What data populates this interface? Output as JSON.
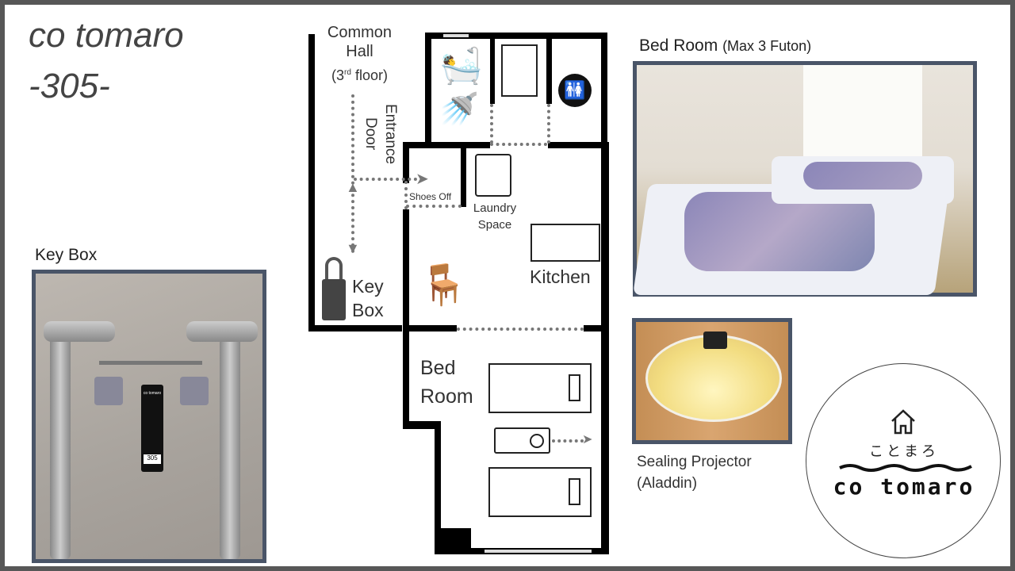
{
  "title": {
    "line1": "co tomaro",
    "line2": "-305-"
  },
  "keybox_photo": {
    "label": "Key Box",
    "tag_text": "co tomaro",
    "tag_number": "305"
  },
  "floorplan": {
    "common_hall": "Common Hall",
    "floor_note_prefix": "(3",
    "floor_note_sup": "rd",
    "floor_note_suffix": " floor)",
    "entrance": "Entrance",
    "door": "Door",
    "shoes_off": "Shoes Off",
    "laundry": "Laundry Space",
    "kitchen": "Kitchen",
    "key_box": "Key Box",
    "bed_room": "Bed Room"
  },
  "bedroom_photo": {
    "label": "Bed Room",
    "note": "(Max 3 Futon)"
  },
  "projector_photo": {
    "label_line1": "Sealing Projector",
    "label_line2": "(Aladdin)"
  },
  "logo": {
    "japanese": "ことまろ",
    "text": "co tomaro"
  }
}
